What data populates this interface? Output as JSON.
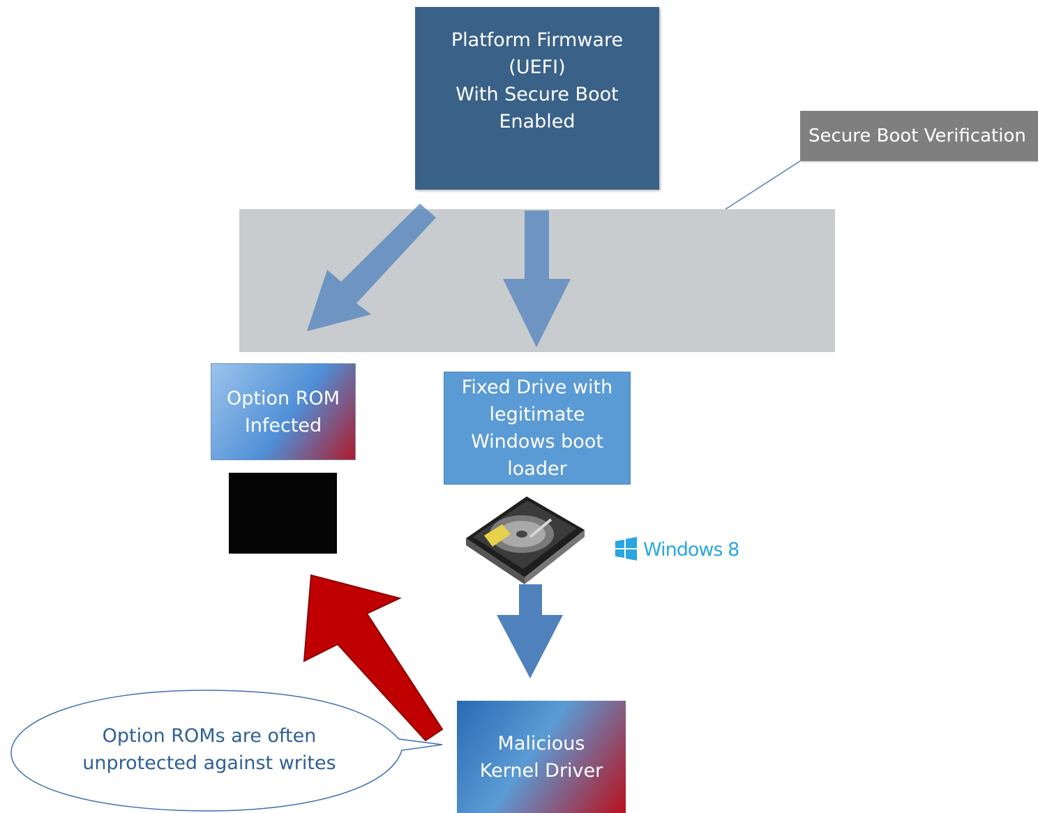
{
  "nodes": {
    "firmware": {
      "lines": [
        "Platform Firmware",
        "(UEFI)",
        "With Secure Boot",
        "Enabled"
      ]
    },
    "option_rom": {
      "lines": [
        "Option ROM",
        "Infected"
      ]
    },
    "fixed_drive": {
      "lines": [
        "Fixed Drive with",
        "legitimate",
        "Windows boot",
        "loader"
      ]
    },
    "malicious_driver": {
      "lines": [
        "Malicious",
        "Kernel Driver"
      ]
    }
  },
  "callout": {
    "label": "Secure Boot Verification"
  },
  "bubble": {
    "lines": [
      "Option ROMs are often",
      "unprotected against writes"
    ]
  },
  "logos": {
    "windows": "Windows 8",
    "gpu_icon": "nvidia-geforce-logo-icon",
    "uefi_icon": "uefi-logo-icon",
    "drive_icon": "hard-drive-icon"
  },
  "colors": {
    "firmware": "#3a6188",
    "band": "#c9ccce",
    "callout": "#7f7f7f",
    "arrow_blue": "#4f81bd",
    "arrow_red": "#c00000",
    "bubble_text": "#2e5f95",
    "windows_blue": "#2aa6e0"
  }
}
